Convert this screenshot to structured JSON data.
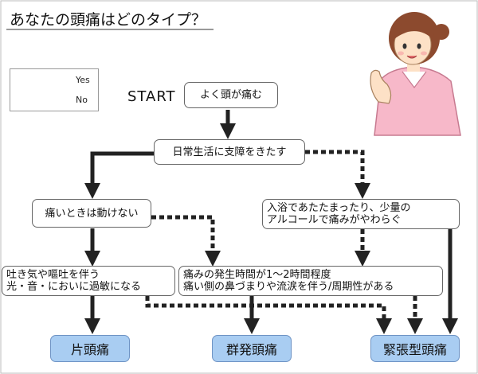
{
  "title": "あなたの頭痛はどのタイプ？",
  "legend": {
    "yes": "Yes",
    "no": "No"
  },
  "start_label": "START",
  "nodes": {
    "q1": "よく頭が痛む",
    "q2": "日常生活に支障をきたす",
    "q3": "痛いときは動けない",
    "q4_line1": "入浴であたたまったり、少量の",
    "q4_line2": "アルコールで痛みがやわらぐ",
    "q5_line1": "吐き気や嘔吐を伴う",
    "q5_line2": "光・音・においに過敏になる",
    "q6_line1": "痛みの発生時間が1～2時間程度",
    "q6_line2": "痛い側の鼻づまりや流涙を伴う/周期性がある"
  },
  "results": {
    "migraine": "片頭痛",
    "cluster": "群発頭痛",
    "tension": "緊張型頭痛"
  },
  "colors": {
    "result_fill": "#a9cdf2",
    "arrow": "#222222"
  }
}
